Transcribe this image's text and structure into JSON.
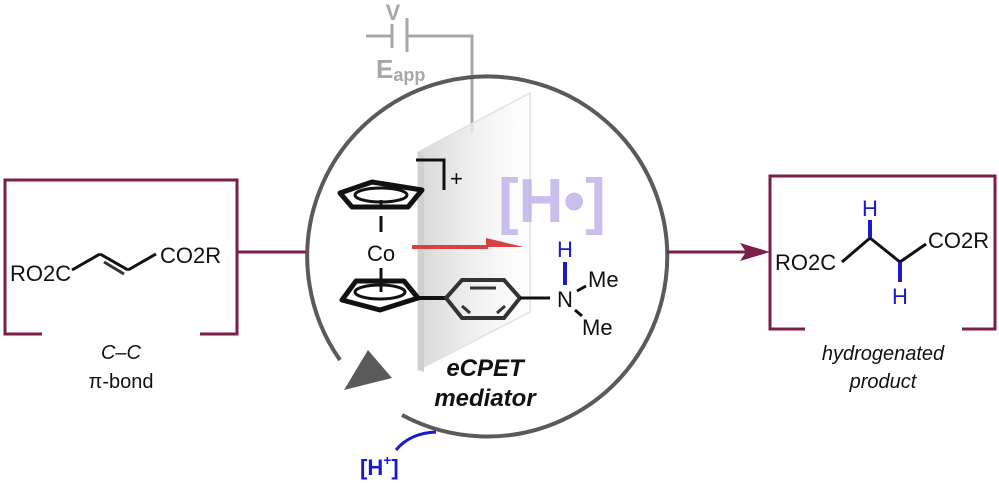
{
  "colors": {
    "bracket": "#7a1f4a",
    "blue": "#1a1acc",
    "gray": "#5a5a5a",
    "lightgray": "#a8a8a8",
    "red": "#d94040",
    "radical": "#b9a9e6"
  },
  "substrate": {
    "left_group": "RO2C",
    "right_group": "CO2R",
    "label_line1": "C–C",
    "label_line2": "π-bond"
  },
  "product": {
    "left_group": "RO2C",
    "right_group": "CO2R",
    "h_top": "H",
    "h_bottom": "H",
    "label_line1": "hydrogenated",
    "label_line2": "product"
  },
  "electrode": {
    "voltage_label": "V",
    "potential_label": "E",
    "potential_subscript": "app"
  },
  "mediator": {
    "metal": "Co",
    "charge": "+",
    "nh": "H",
    "n": "N",
    "me1": "Me",
    "me2": "Me",
    "label_line1": "eCPET",
    "label_line2": "mediator"
  },
  "radical": "[H•]",
  "proton": {
    "text": "[H",
    "superscript": "+",
    "close": "]"
  }
}
